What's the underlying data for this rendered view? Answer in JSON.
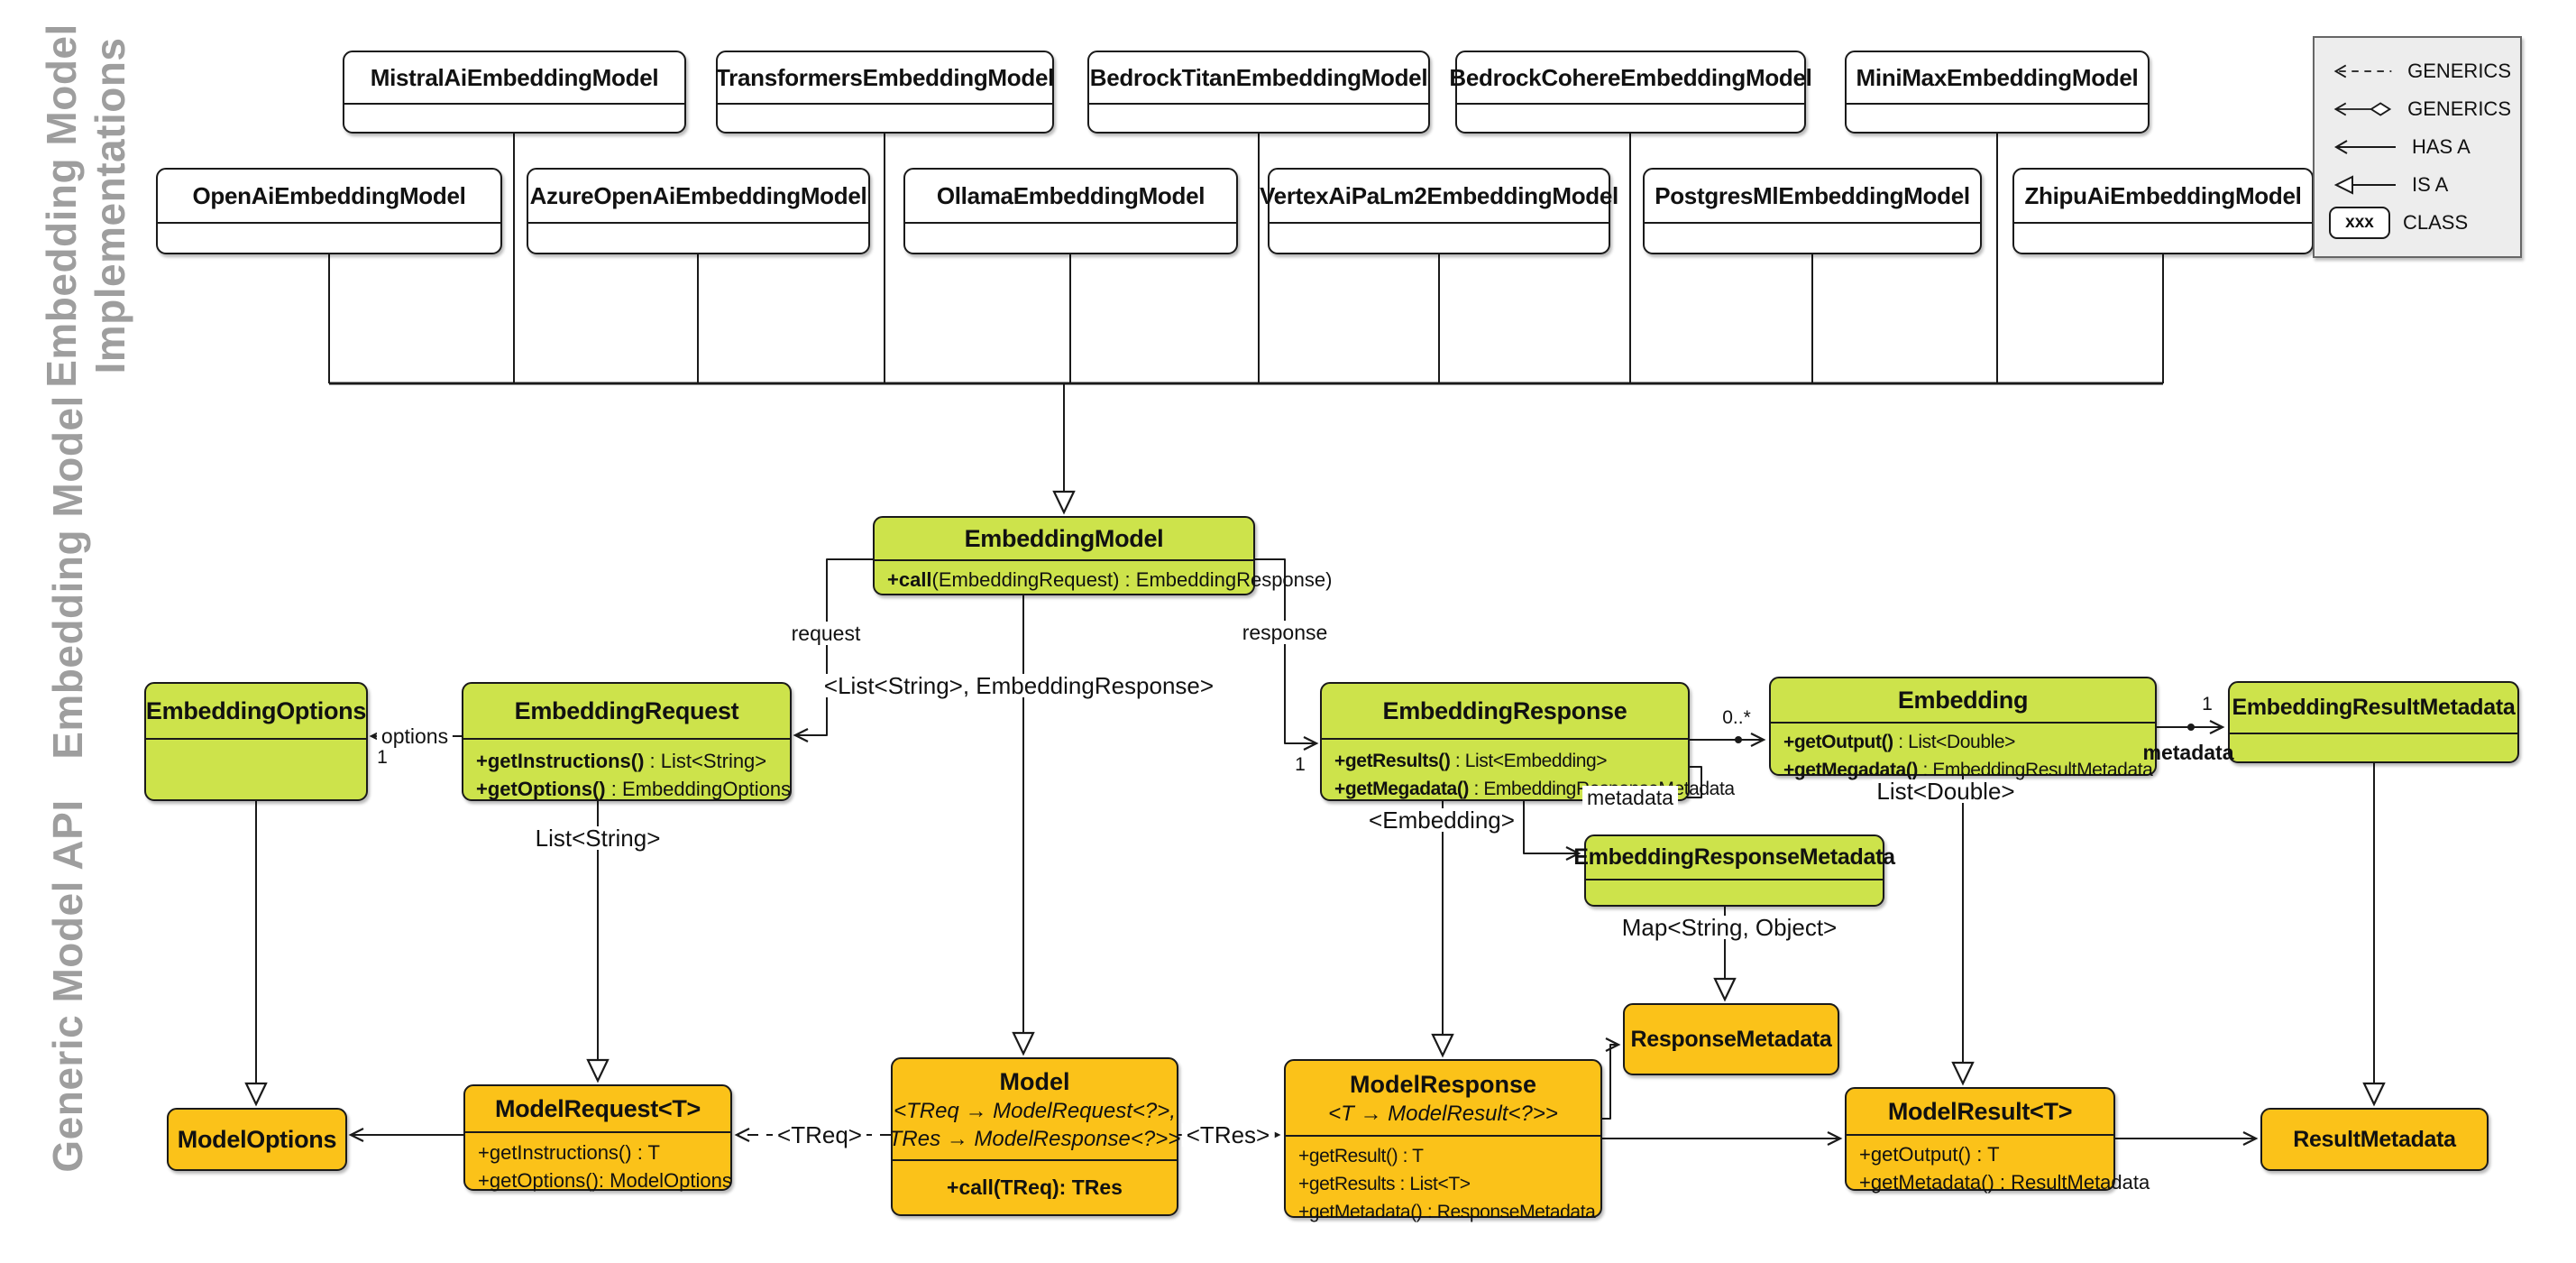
{
  "sections": {
    "implementations": {
      "line1": "Embedding Model",
      "line2": "Implementations"
    },
    "embedding_model": {
      "line1": "Embedding Model"
    },
    "generic_api": {
      "line1": "Generic Model API"
    }
  },
  "classes": {
    "mistral": {
      "title": "MistralAiEmbeddingModel"
    },
    "transformers": {
      "title": "TransformersEmbeddingModel"
    },
    "bedrockTitan": {
      "title": "BedrockTitanEmbeddingModel"
    },
    "bedrockCohere": {
      "title": "BedrockCohereEmbeddingModel"
    },
    "miniMax": {
      "title": "MiniMaxEmbeddingModel"
    },
    "openAi": {
      "title": "OpenAiEmbeddingModel"
    },
    "azureOpenAi": {
      "title": "AzureOpenAiEmbeddingModel"
    },
    "ollama": {
      "title": "OllamaEmbeddingModel"
    },
    "vertexAiPaLm2": {
      "title": "VertexAiPaLm2EmbeddingModel"
    },
    "postgresMl": {
      "title": "PostgresMlEmbeddingModel"
    },
    "zhipuAi": {
      "title": "ZhipuAiEmbeddingModel"
    },
    "embeddingModel": {
      "title": "EmbeddingModel",
      "methods": [
        {
          "name": "+call",
          "sig": "(EmbeddingRequest) : EmbeddingResponse)"
        }
      ]
    },
    "embeddingOptions": {
      "title": "EmbeddingOptions",
      "methods": []
    },
    "embeddingRequest": {
      "title": "EmbeddingRequest",
      "methods": [
        {
          "name": "+getInstructions()",
          "sig": " : List<String>"
        },
        {
          "name": "+getOptions()",
          "sig": " : EmbeddingOptions"
        }
      ]
    },
    "embeddingResponse": {
      "title": "EmbeddingResponse",
      "methods": [
        {
          "name": "+getResults()",
          "sig": " : List<Embedding>"
        },
        {
          "name": "+getMegadata()",
          "sig": " : EmbeddingResponseMetadata"
        }
      ]
    },
    "embedding": {
      "title": "Embedding",
      "methods": [
        {
          "name": "+getOutput()",
          "sig": " : List<Double>"
        },
        {
          "name": "+getMegadata()",
          "sig": " : EmbeddingResultMetadata"
        }
      ]
    },
    "embeddingResultMetadata": {
      "title": "EmbeddingResultMetadata",
      "methods": []
    },
    "embeddingResponseMetadata": {
      "title": "EmbeddingResponseMetadata",
      "methods": []
    },
    "modelOptions": {
      "title": "ModelOptions",
      "methods": []
    },
    "modelRequest": {
      "title": "ModelRequest<T>",
      "methods": [
        {
          "name": "",
          "sig": "+getInstructions() : T"
        },
        {
          "name": "",
          "sig": "+getOptions(): ModelOptions"
        }
      ]
    },
    "model": {
      "title": "Model",
      "stereotype1": "<TReq → ModelRequest<?>,",
      "stereotype2": "TRes → ModelResponse<?>>",
      "call_method": "+call(TReq): TRes"
    },
    "modelResponse": {
      "title": "ModelResponse",
      "stereotype1": "<T → ModelResult<?>>",
      "methods": [
        {
          "name": "",
          "sig": "+getResult() : T"
        },
        {
          "name": "",
          "sig": "+getResults : List<T>"
        },
        {
          "name": "",
          "sig": "+getMetadata() : ResponseMetadata"
        }
      ]
    },
    "responseMetadata": {
      "title": "ResponseMetadata",
      "methods": []
    },
    "modelResult": {
      "title": "ModelResult<T>",
      "methods": [
        {
          "name": "",
          "sig": "+getOutput() : T"
        },
        {
          "name": "",
          "sig": "+getMetadata() : ResultMetadata"
        }
      ]
    },
    "resultMetadata": {
      "title": "ResultMetadata",
      "methods": []
    }
  },
  "edge_labels": {
    "request": "request",
    "response": "response",
    "options": "options",
    "metadata_response": "metadata",
    "metadata_result": "metadata",
    "one_options": "1",
    "one_response": "1",
    "one_result": "1",
    "zero_many": "0..*",
    "generic_model": "<List<String>, EmbeddingResponse>",
    "list_string": "List<String>",
    "embedding_generic": "<Embedding>",
    "list_double": "List<Double>",
    "map_string_object": "Map<String, Object>",
    "treq": "<TReq>",
    "tres": "<TRes>"
  },
  "legend": {
    "items": [
      {
        "icon": "dashed-arrow",
        "label": "GENERICS"
      },
      {
        "icon": "diamond-arrow",
        "label": "GENERICS"
      },
      {
        "icon": "solid-arrow",
        "label": "HAS A"
      },
      {
        "icon": "triangle-arrow",
        "label": "IS A"
      },
      {
        "icon": "class-box",
        "label": "CLASS"
      }
    ],
    "class_sample": "xxx"
  },
  "colors": {
    "class_green": "#CDE34B",
    "class_orange": "#FBC219",
    "class_white": "#FFFFFF",
    "section_label_gray": "#9E9E9E",
    "line": "#1A1A1A",
    "legend_bg": "#EDEDED"
  }
}
